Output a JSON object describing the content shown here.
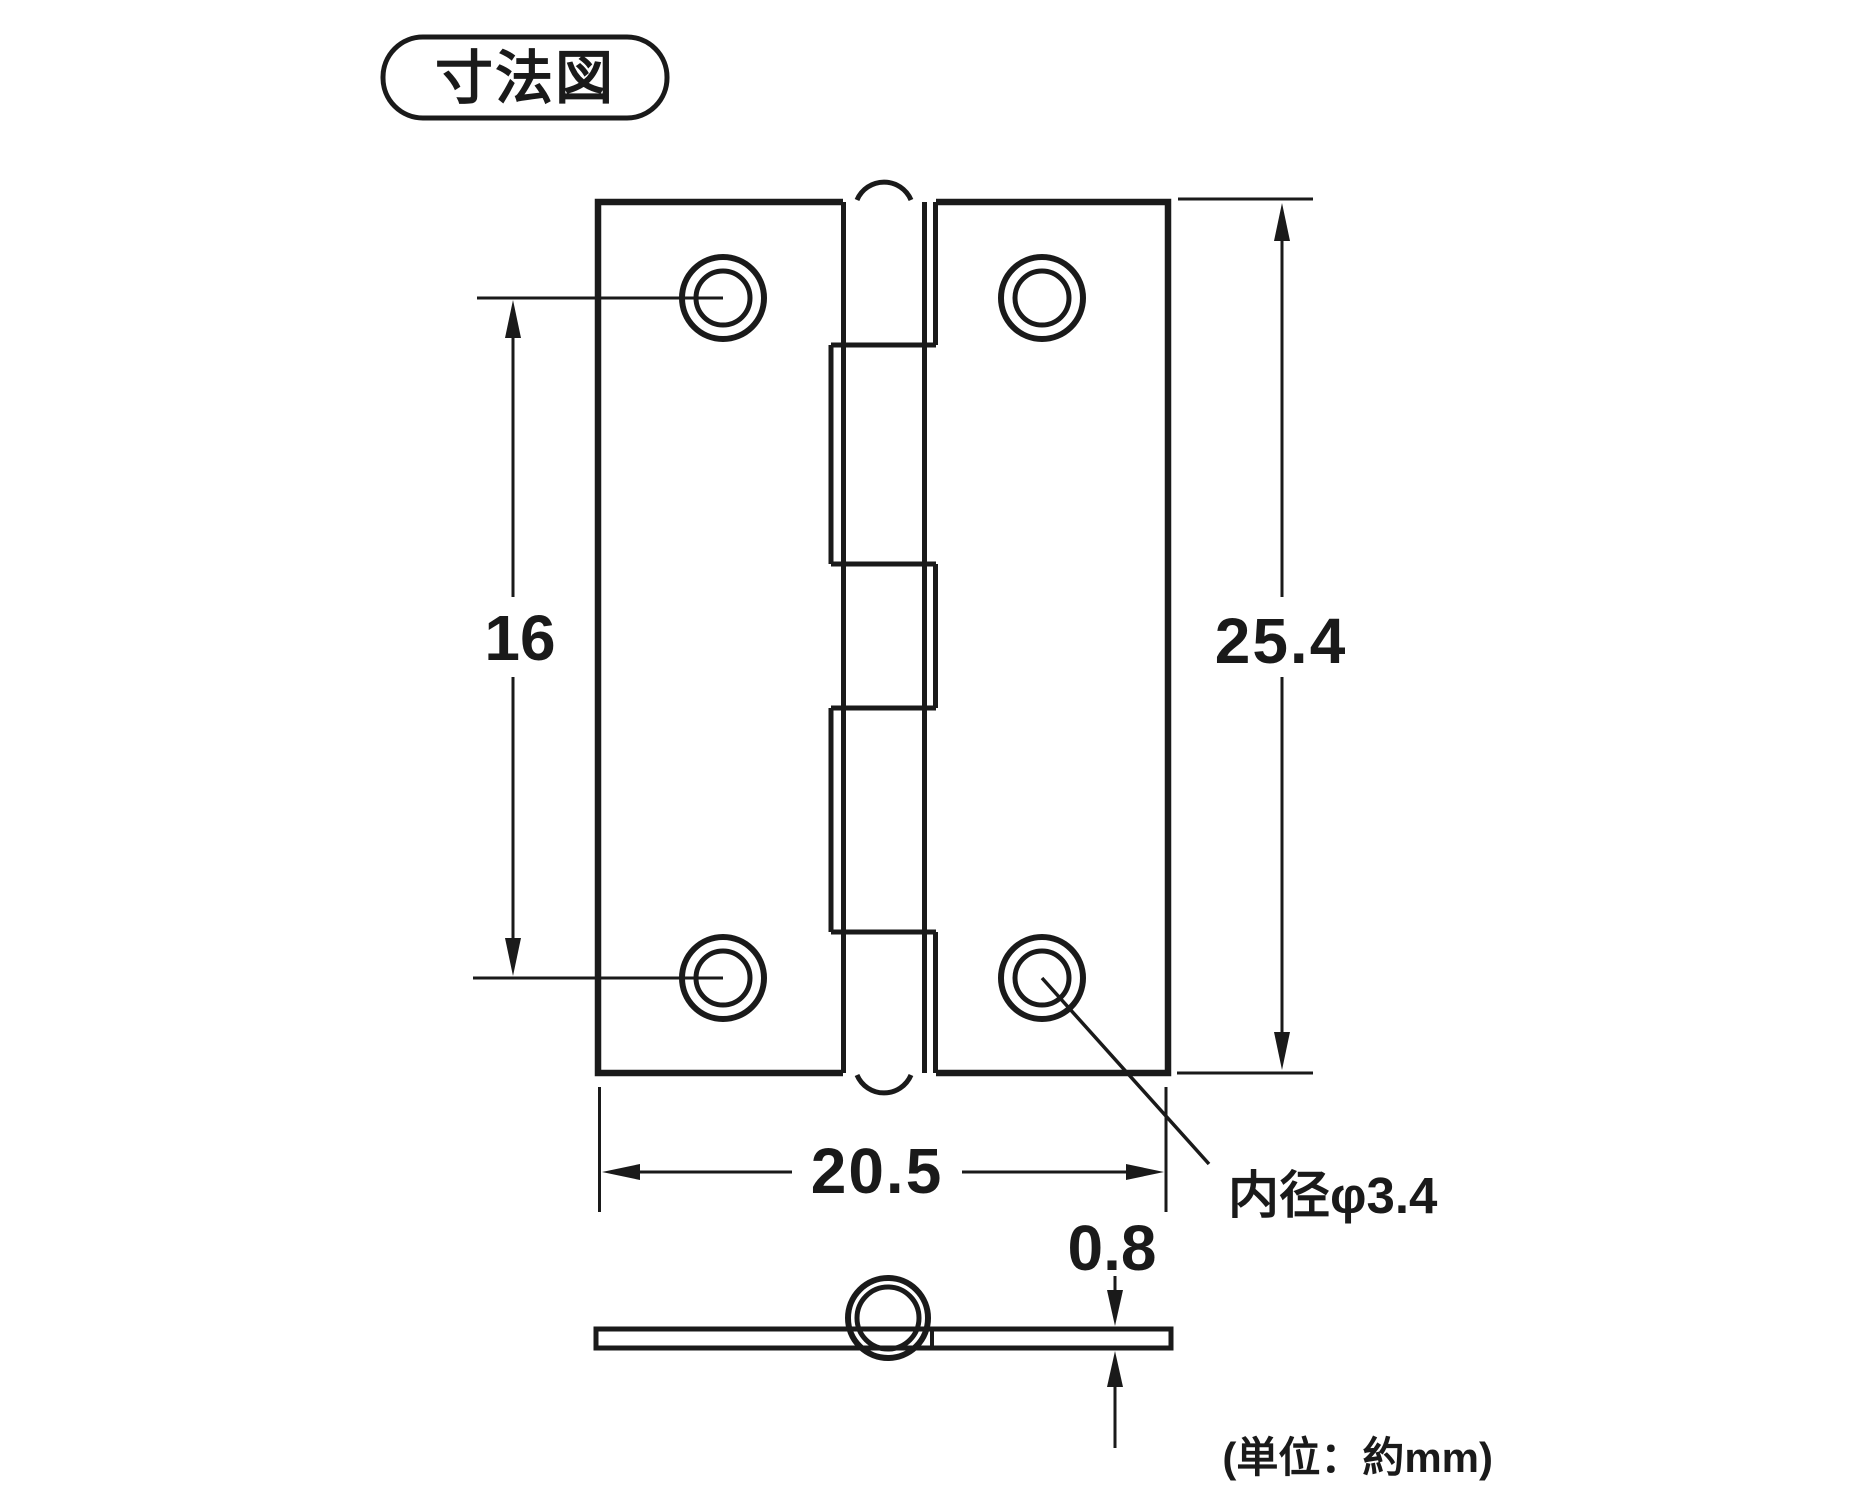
{
  "colors": {
    "ink": "#1a1a1a",
    "background": "#ffffff"
  },
  "badge": {
    "label": "寸法図"
  },
  "front_view": {
    "dim_hole_spacing": "16",
    "dim_height": "25.4",
    "dim_width": "20.5",
    "hole_callout": "内径φ3.4"
  },
  "side_view": {
    "dim_thickness": "0.8"
  },
  "footer": {
    "unit_note": "(単位：約mm)"
  }
}
